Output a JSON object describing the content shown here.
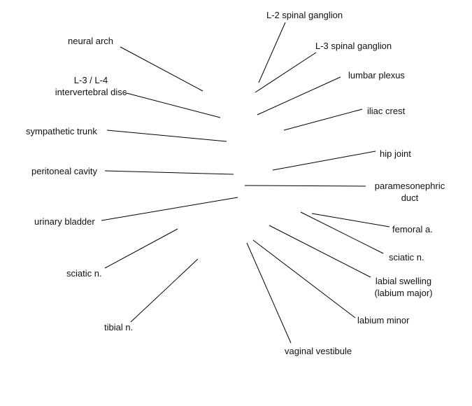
{
  "labels": {
    "neural_arch": "neural arch",
    "l3_l4_disc_line1": "L-3 / L-4",
    "l3_l4_disc_line2": "intervertebral disc",
    "sympathetic_trunk": "sympathetic trunk",
    "peritoneal_cavity": "peritoneal cavity",
    "urinary_bladder": "urinary bladder",
    "sciatic_n_left": "sciatic n.",
    "tibial_n": "tibial n.",
    "l2_spinal_ganglion": "L-2 spinal ganglion",
    "l3_spinal_ganglion": "L-3 spinal ganglion",
    "lumbar_plexus": "lumbar plexus",
    "iliac_crest": "iliac crest",
    "hip_joint": "hip joint",
    "paramesonephric_line1": "paramesonephric",
    "paramesonephric_line2": "duct",
    "femoral_a": "femoral a.",
    "sciatic_n_right": "sciatic n.",
    "labial_swelling_line1": "labial swelling",
    "labial_swelling_line2": "(labium major)",
    "labium_minor": "labium minor",
    "vaginal_vestibule": "vaginal vestibule"
  },
  "colors": {
    "leader_line": "#000000",
    "text": "#111111"
  }
}
